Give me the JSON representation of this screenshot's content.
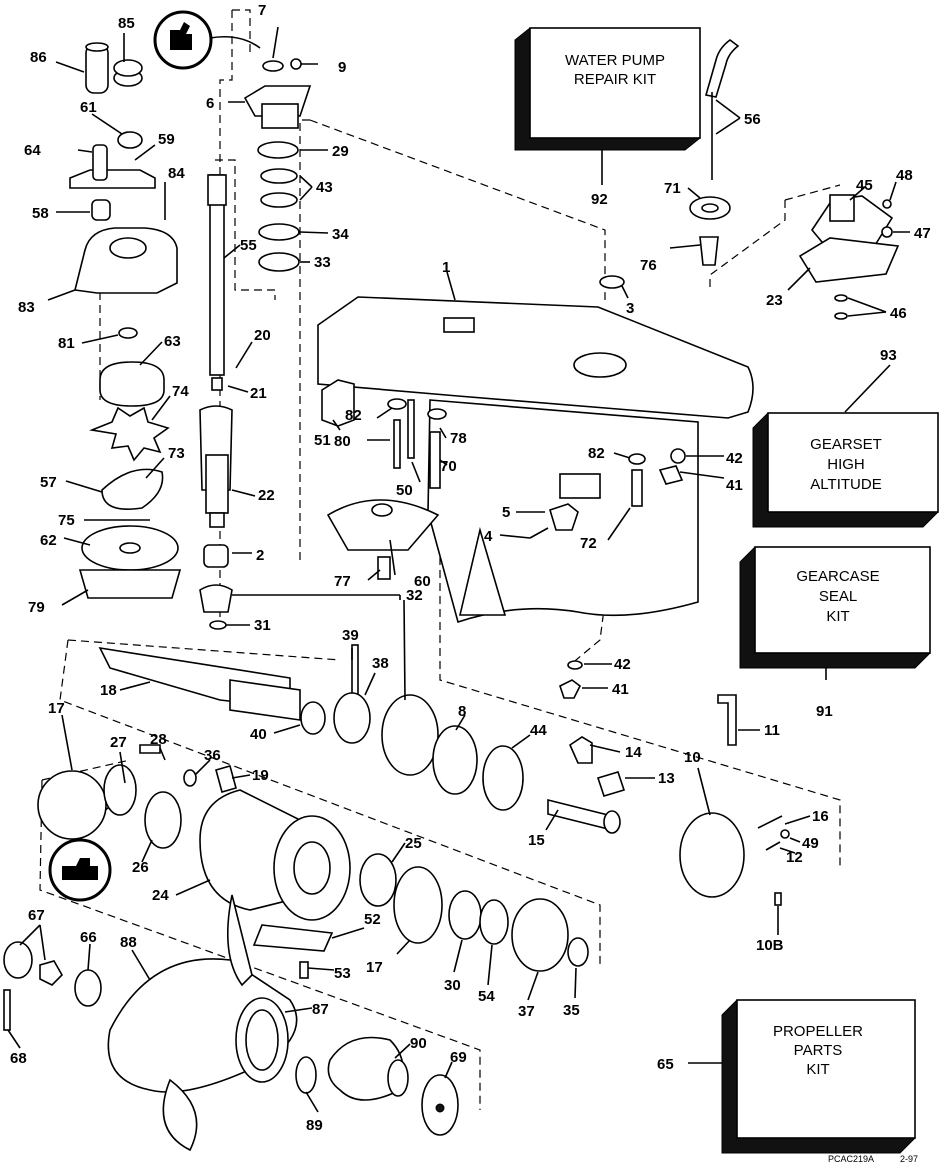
{
  "kits": {
    "water_pump": [
      "WATER PUMP",
      "REPAIR KIT"
    ],
    "gearset": [
      "GEARSET",
      "HIGH",
      "ALTITUDE"
    ],
    "gearcase_seal": [
      "GEARCASE",
      "SEAL",
      "KIT"
    ],
    "propeller": [
      "PROPELLER",
      "PARTS",
      "KIT"
    ]
  },
  "callouts": {
    "n1": "1",
    "n2": "2",
    "n3": "3",
    "n4": "4",
    "n5": "5",
    "n6": "6",
    "n7": "7",
    "n8": "8",
    "n9": "9",
    "n10": "10",
    "n10b": "10B",
    "n11": "11",
    "n12": "12",
    "n13": "13",
    "n14": "14",
    "n15": "15",
    "n16": "16",
    "n17a": "17",
    "n17b": "17",
    "n18": "18",
    "n19": "19",
    "n20": "20",
    "n21": "21",
    "n22": "22",
    "n23": "23",
    "n24": "24",
    "n25": "25",
    "n26": "26",
    "n27": "27",
    "n28": "28",
    "n29": "29",
    "n30": "30",
    "n31": "31",
    "n32": "32",
    "n33": "33",
    "n34": "34",
    "n35": "35",
    "n36": "36",
    "n37": "37",
    "n38": "38",
    "n39": "39",
    "n40": "40",
    "n41a": "41",
    "n41b": "41",
    "n42a": "42",
    "n42b": "42",
    "n43": "43",
    "n44": "44",
    "n45": "45",
    "n46": "46",
    "n47": "47",
    "n48": "48",
    "n49": "49",
    "n50": "50",
    "n51": "51",
    "n52": "52",
    "n53": "53",
    "n54": "54",
    "n55": "55",
    "n56": "56",
    "n57": "57",
    "n58": "58",
    "n59": "59",
    "n60": "60",
    "n61": "61",
    "n62": "62",
    "n63": "63",
    "n64": "64",
    "n65": "65",
    "n66": "66",
    "n67": "67",
    "n68": "68",
    "n69": "69",
    "n70": "70",
    "n71": "71",
    "n72": "72",
    "n73": "73",
    "n74": "74",
    "n75": "75",
    "n76": "76",
    "n77": "77",
    "n78": "78",
    "n79": "79",
    "n80": "80",
    "n81": "81",
    "n82a": "82",
    "n82b": "82",
    "n83": "83",
    "n84": "84",
    "n85": "85",
    "n86": "86",
    "n87": "87",
    "n88": "88",
    "n89": "89",
    "n90": "90",
    "n91": "91",
    "n92": "92",
    "n93": "93"
  },
  "footer": {
    "code": "PCAC219A",
    "date": "2-97"
  }
}
